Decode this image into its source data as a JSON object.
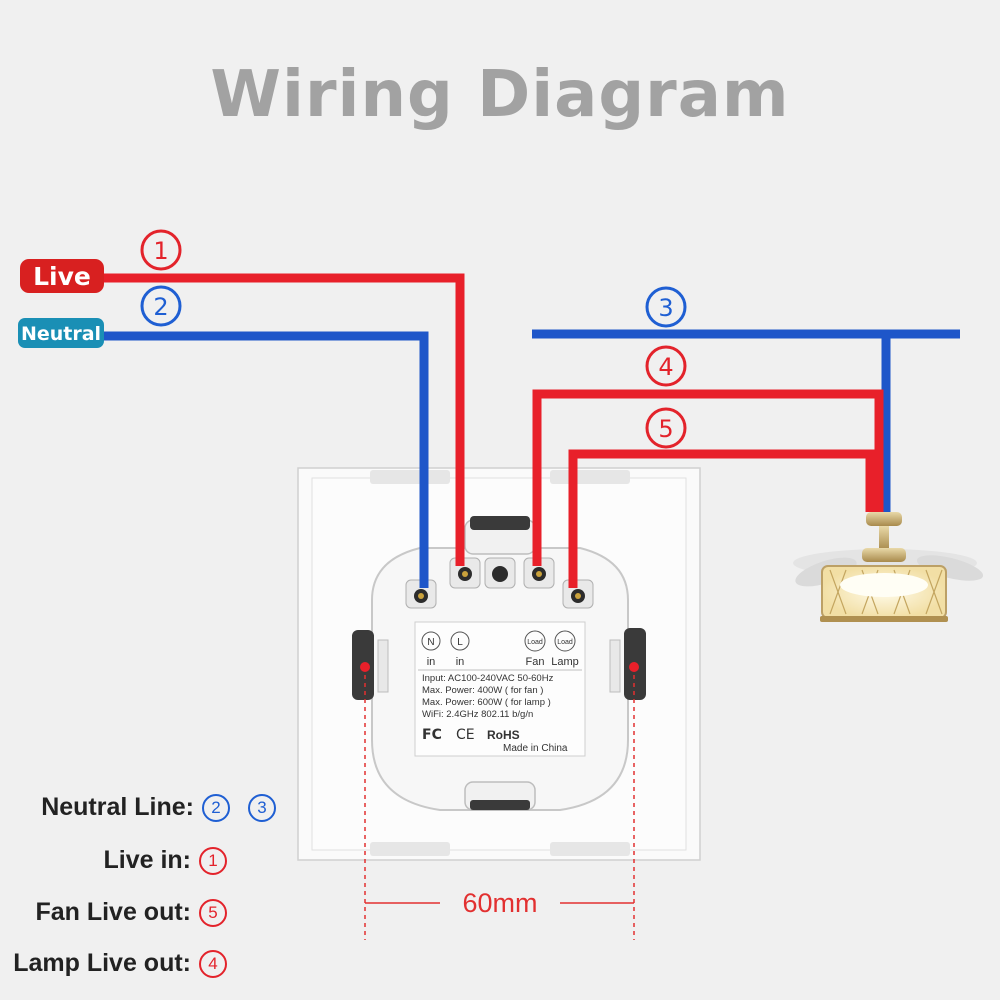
{
  "title": "Wiring Diagram",
  "tags": {
    "live": "Live",
    "neutral": "Neutral"
  },
  "wire_markers": [
    "1",
    "2",
    "3",
    "4",
    "5"
  ],
  "colors": {
    "live_wire": "#e8202a",
    "neutral_wire": "#1e56c9",
    "live_tag": "#d82020",
    "neutral_tag": "#1a8fb5",
    "marker_red": "#e3232b",
    "marker_blue": "#1f5fd3",
    "title": "#a2a2a2"
  },
  "label": {
    "terminals": [
      "N",
      "L",
      "Load",
      "Load"
    ],
    "terminal_captions": [
      "in",
      "in",
      "Fan",
      "Lamp"
    ],
    "lines": [
      "Input: AC100-240VAC 50-60Hz",
      "Max. Power: 400W ( for fan )",
      "Max. Power: 600W ( for lamp )",
      "WiFi: 2.4GHz 802.11 b/g/n"
    ],
    "marks": [
      "FC",
      "CE",
      "RoHS"
    ],
    "made_in": "Made in China"
  },
  "dimension": "60mm",
  "legend": [
    {
      "label": "Neutral Line:",
      "markers": [
        "2",
        "3"
      ]
    },
    {
      "label": "Live in:",
      "markers": [
        "1"
      ]
    },
    {
      "label": "Fan Live out:",
      "markers": [
        "5"
      ]
    },
    {
      "label": "Lamp Live out:",
      "markers": [
        "4"
      ]
    }
  ]
}
